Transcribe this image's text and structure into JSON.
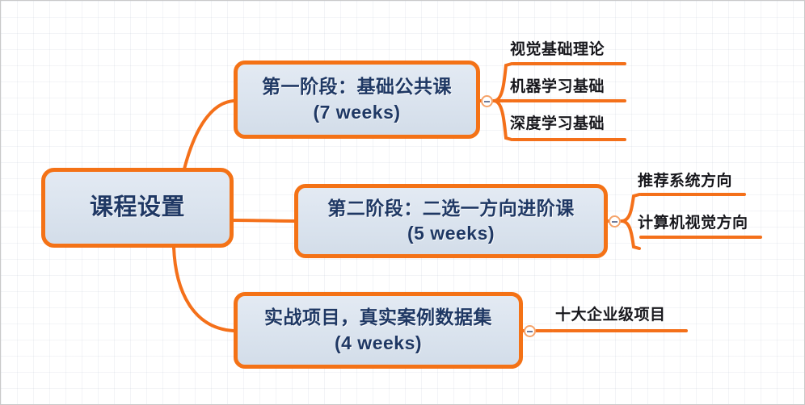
{
  "diagram": {
    "type": "mind-map",
    "colors": {
      "branch": "#F4701A",
      "node_border": "#F47216",
      "node_fill": "#dde5f0",
      "node_text": "#1F3864",
      "leaf_text": "#17171c",
      "canvas_border": "#c9c9c9"
    },
    "root": {
      "label": "课程设置"
    },
    "branches": [
      {
        "id": "stage-1",
        "title_line_1": "第一阶段：基础公共课",
        "title_line_2": "(7 weeks)",
        "toggle": "collapse-toggle",
        "children": [
          {
            "label": "视觉基础理论"
          },
          {
            "label": "机器学习基础"
          },
          {
            "label": "深度学习基础"
          }
        ]
      },
      {
        "id": "stage-2",
        "title_line_1": "第二阶段：二选一方向进阶课",
        "title_line_2": "(5 weeks)",
        "toggle": "collapse-toggle",
        "children": [
          {
            "label": "推荐系统方向"
          },
          {
            "label": "计算机视觉方向"
          }
        ]
      },
      {
        "id": "stage-3",
        "title_line_1": "实战项目，真实案例数据集",
        "title_line_2": "(4 weeks)",
        "toggle": "collapse-toggle",
        "children": [
          {
            "label": "十大企业级项目"
          }
        ]
      }
    ]
  }
}
